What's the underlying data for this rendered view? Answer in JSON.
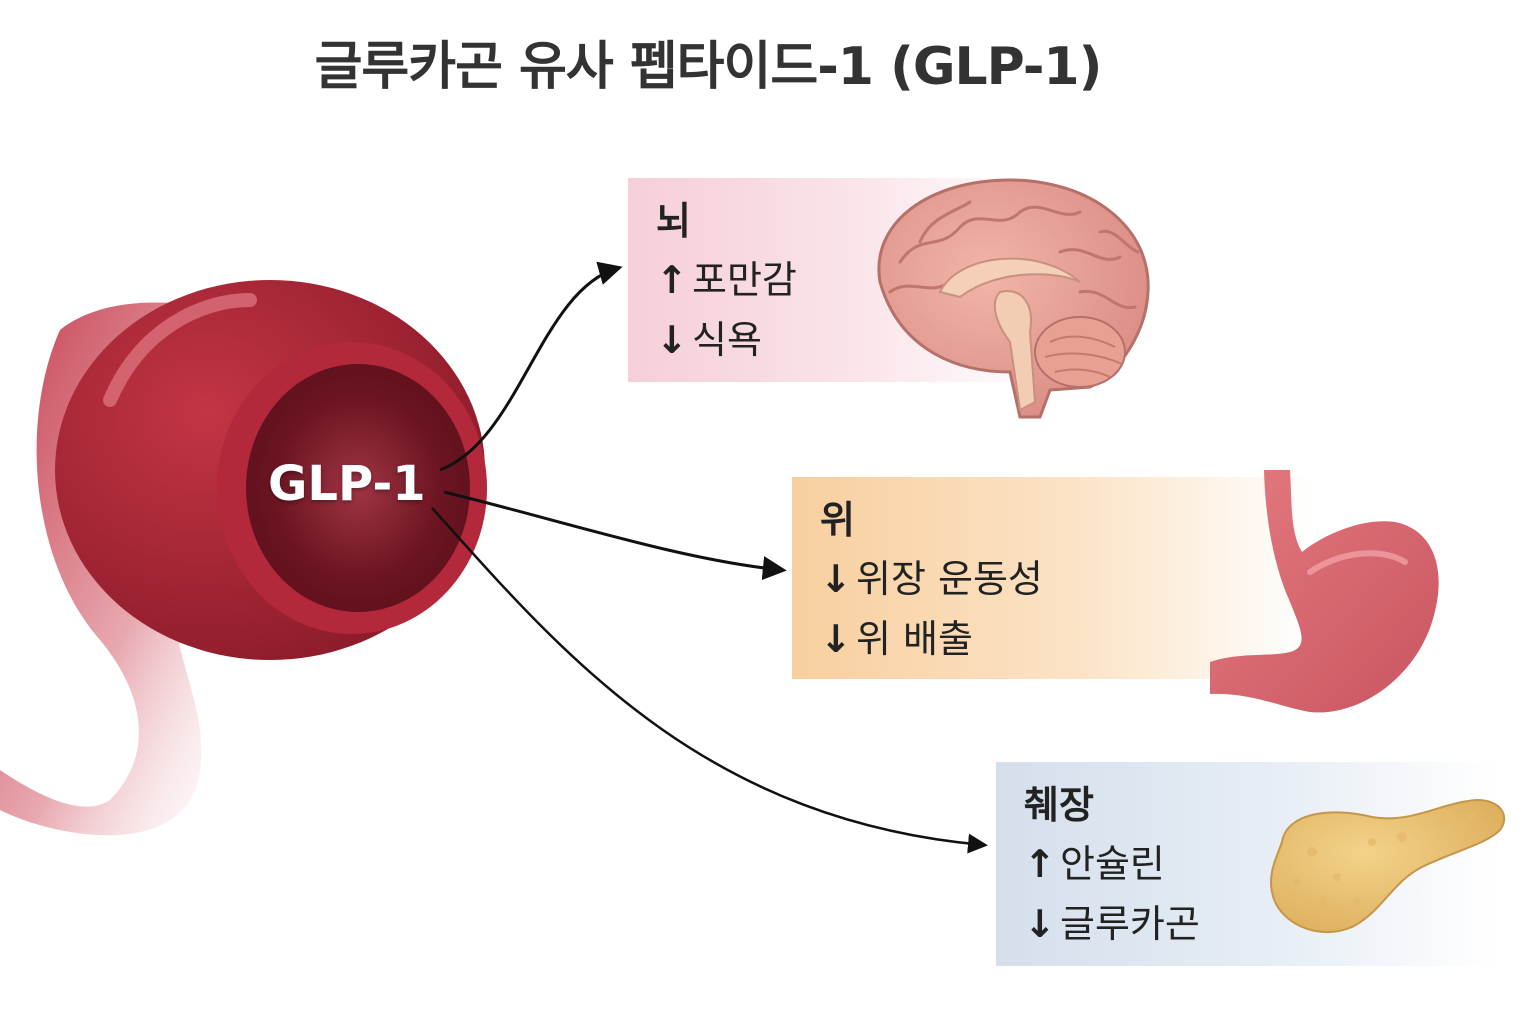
{
  "title": "글루카곤 유사 펩타이드-1 (GLP-1)",
  "vessel": {
    "label": "GLP-1",
    "color": "#a02030"
  },
  "targets": [
    {
      "id": "brain",
      "heading": "뇌",
      "effects": [
        {
          "direction": "↑",
          "text": "포만감"
        },
        {
          "direction": "↓",
          "text": "식욕"
        }
      ],
      "color": "#f6cfd8",
      "icon": "brain-icon"
    },
    {
      "id": "stomach",
      "heading": "위",
      "effects": [
        {
          "direction": "↓",
          "text": "위장 운동성"
        },
        {
          "direction": "↓",
          "text": "위 배출"
        }
      ],
      "color": "#f8cf9f",
      "icon": "stomach-icon"
    },
    {
      "id": "pancreas",
      "heading": "췌장",
      "effects": [
        {
          "direction": "↑",
          "text": "안슐린"
        },
        {
          "direction": "↓",
          "text": "글루카곤"
        }
      ],
      "color": "#d5dfec",
      "icon": "pancreas-icon"
    }
  ]
}
